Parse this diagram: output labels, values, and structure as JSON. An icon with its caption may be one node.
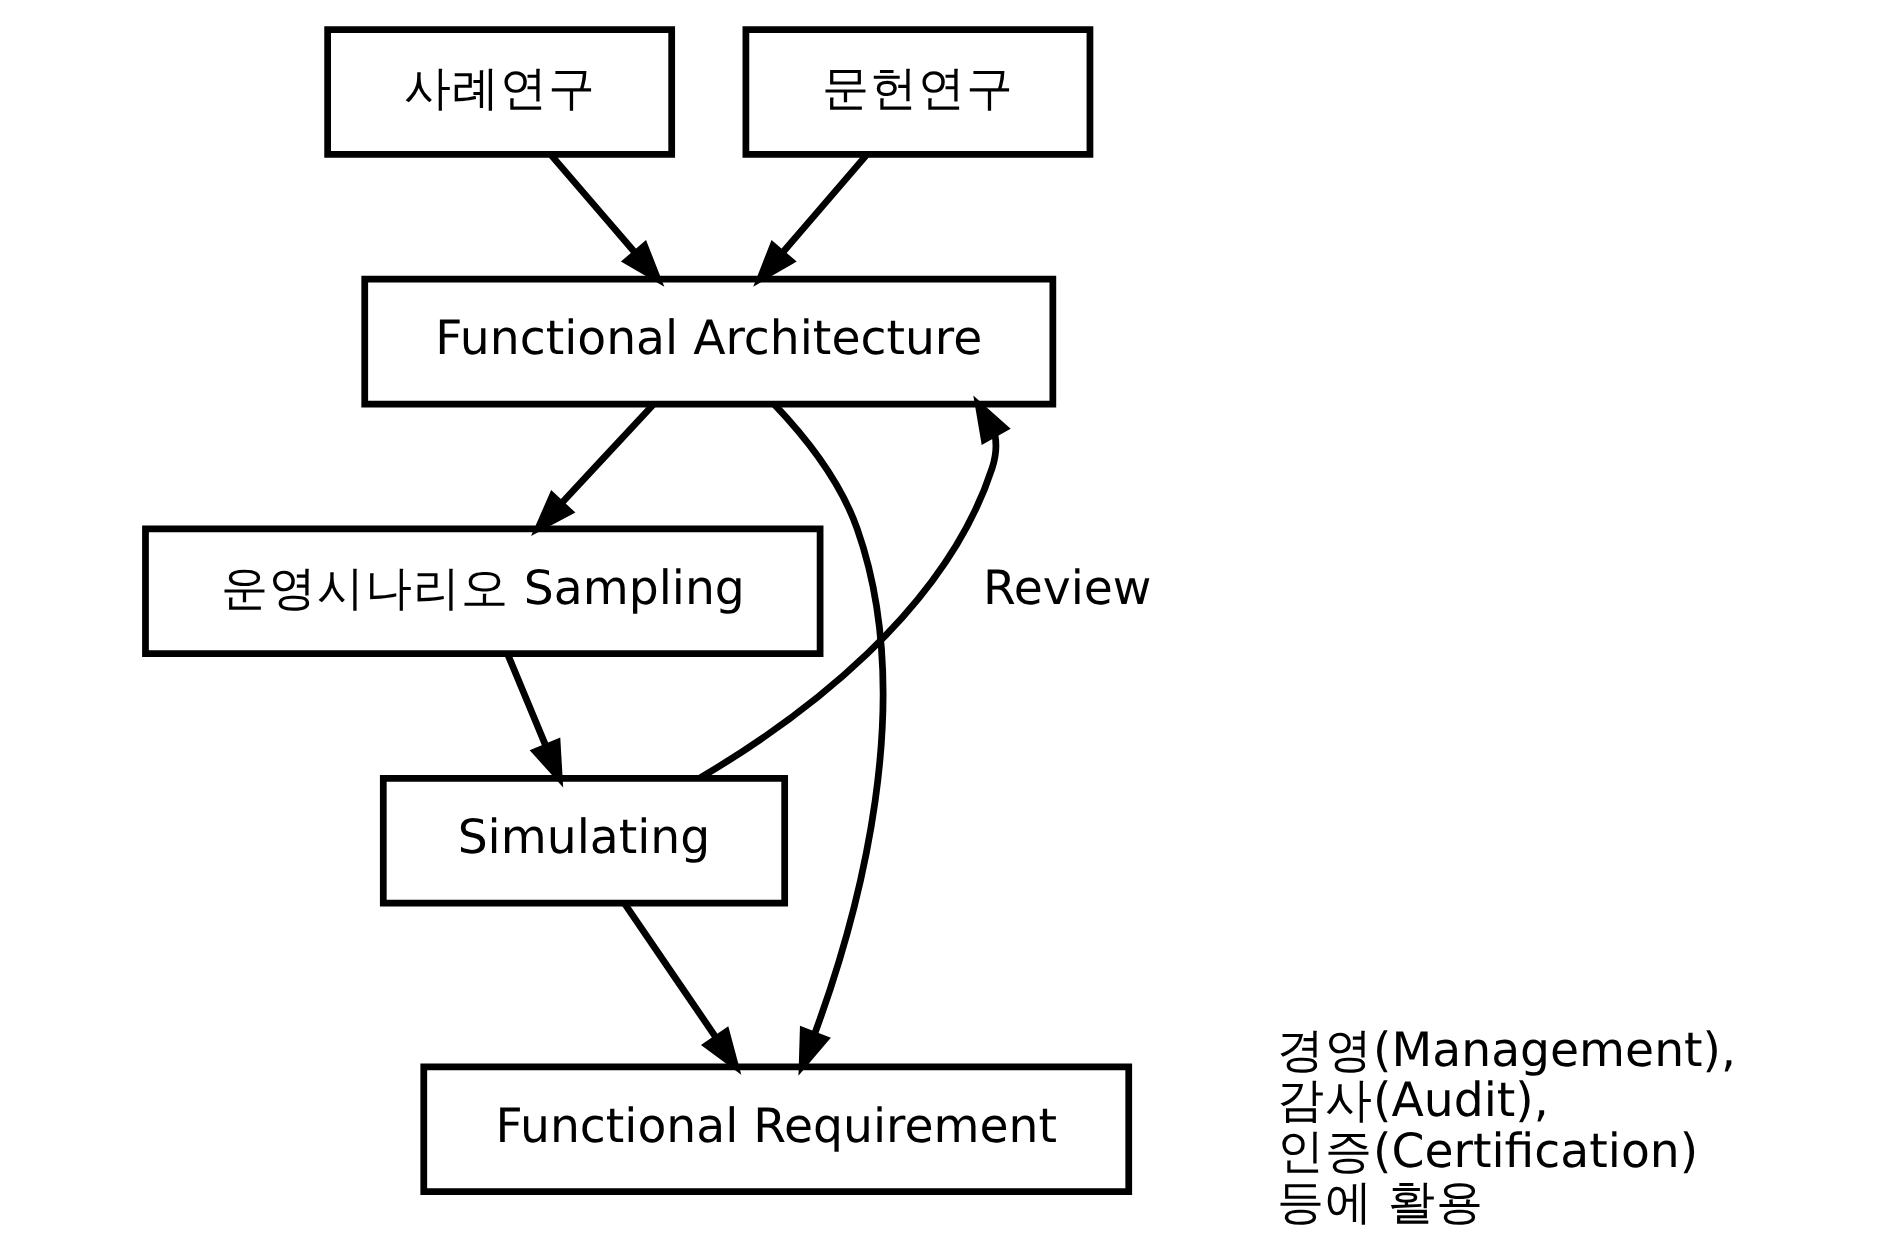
{
  "diagram": {
    "nodes": [
      {
        "text": [
          "사례연구"
        ]
      },
      {
        "text": [
          "문헌연구"
        ]
      },
      {
        "text": [
          "Functional Architecture"
        ]
      },
      {
        "text": [
          "운영시나리오 Sampling"
        ]
      },
      {
        "text": [
          "Simulating"
        ]
      },
      {
        "text": [
          "Functional Requirement"
        ],
        "beside": [
          "경영(Management), 감사(Audit), 인증(Certification) 등에 활용"
        ]
      }
    ],
    "edges": [
      {
        "from": 0,
        "to": 2,
        "arrow": "to"
      },
      {
        "from": 1,
        "to": 2,
        "arrow": "to"
      },
      {
        "from": 2,
        "to": 3,
        "arrow": "to"
      },
      {
        "from": 3,
        "to": 4,
        "arrow": "to"
      },
      {
        "from": 4,
        "to": 5,
        "arrow": "to"
      },
      {
        "from": 4,
        "to": 2,
        "arrow": "to",
        "label": "Review"
      },
      {
        "from": 2,
        "to": 5,
        "arrow": "to"
      }
    ]
  }
}
